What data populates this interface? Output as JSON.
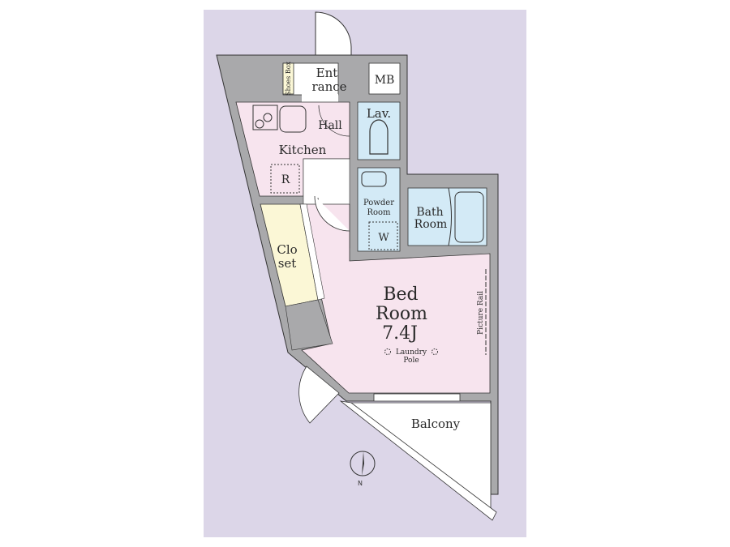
{
  "colors": {
    "background": "#dcd6e8",
    "wall": "#a9a9ab",
    "pink": "#f7e4ee",
    "blue": "#d3eaf6",
    "yellow": "#fbf7d6",
    "white": "#ffffff"
  },
  "rooms": {
    "shoes_box": "Shoes Box",
    "entrance_line1": "Ent",
    "entrance_line2": "rance",
    "mb": "MB",
    "hall": "Hall",
    "lav": "Lav.",
    "kitchen": "Kitchen",
    "refrigerator": "R",
    "powder_line1": "Powder",
    "powder_line2": "Room",
    "washer": "W",
    "bath_line1": "Bath",
    "bath_line2": "Room",
    "closet_line1": "Clo",
    "closet_line2": "set",
    "bed_line1": "Bed",
    "bed_line2": "Room",
    "bed_size": "7.4J",
    "laundry_line1": "Laundry",
    "laundry_line2": "Pole",
    "picture_rail": "Picture Rail",
    "balcony": "Balcony"
  },
  "compass": {
    "label": "N"
  }
}
